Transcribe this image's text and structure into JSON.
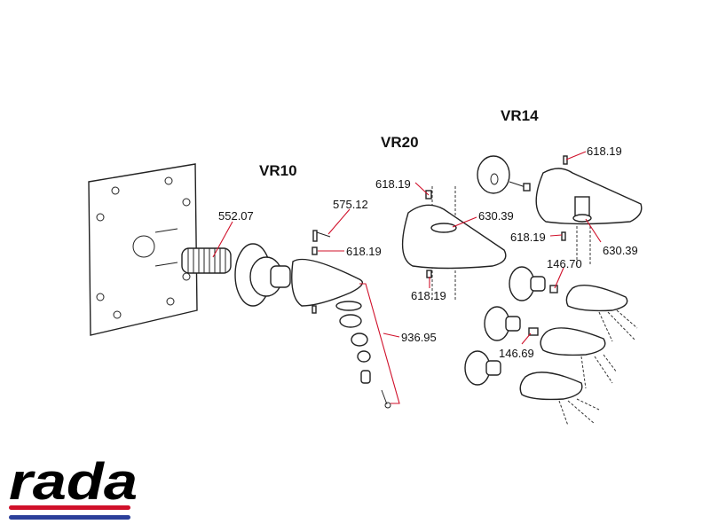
{
  "models": {
    "vr10": "VR10",
    "vr20": "VR20",
    "vr14": "VR14"
  },
  "parts": {
    "p552_07": "552.07",
    "p575_12": "575.12",
    "p618_19_vr10": "618.19",
    "p936_95": "936.95",
    "p618_19_vr20_top": "618.19",
    "p630_39_vr20": "630.39",
    "p618_19_vr20_bottom": "618.19",
    "p618_19_vr14_top": "618.19",
    "p618_19_vr14_side": "618.19",
    "p630_39_vr14": "630.39",
    "p146_70": "146.70",
    "p146_69": "146.69"
  },
  "logo": {
    "text": "rada",
    "red": "#d0102a",
    "blue": "#2b3f9a"
  },
  "colors": {
    "leader": "#d0102a"
  }
}
